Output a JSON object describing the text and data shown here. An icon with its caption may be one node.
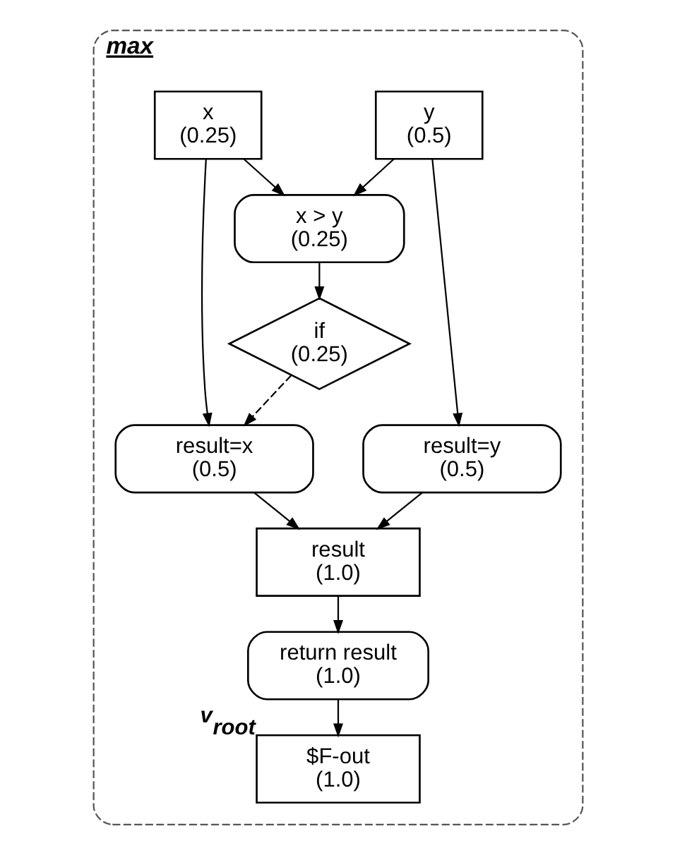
{
  "diagram": {
    "nodes": [
      {
        "text": [
          "max"
        ]
      },
      {
        "text": [
          "x",
          "(0.25)"
        ],
        "in": 0
      },
      {
        "text": [
          "y",
          "(0.5)"
        ],
        "in": 0
      },
      {
        "text": [
          "x > y",
          "(0.25)"
        ],
        "in": 0
      },
      {
        "text": [
          "if",
          "(0.25)"
        ],
        "in": 0
      },
      {
        "text": [
          "result=x",
          "(0.5)"
        ],
        "in": 0
      },
      {
        "text": [
          "result=y",
          "(0.5)"
        ],
        "in": 0
      },
      {
        "text": [
          "result",
          "(1.0)"
        ],
        "in": 0
      },
      {
        "text": [
          "return result",
          "(1.0)"
        ],
        "in": 0
      },
      {
        "text": [
          "$F-out",
          "(1.0)"
        ],
        "in": 0,
        "beside": [
          "v$_{root}$"
        ]
      }
    ],
    "edges": [
      {
        "from": 1,
        "to": 3,
        "arrow": "to"
      },
      {
        "from": 2,
        "to": 3,
        "arrow": "to"
      },
      {
        "from": 1,
        "to": 5,
        "arrow": "to"
      },
      {
        "from": 3,
        "to": 4,
        "arrow": "to"
      },
      {
        "from": 2,
        "to": 6,
        "arrow": "to"
      },
      {
        "from": 4,
        "to": 5,
        "arrow": "to",
        "style": "dashed"
      },
      {
        "from": 5,
        "to": 7,
        "arrow": "to"
      },
      {
        "from": 6,
        "to": 7,
        "arrow": "to"
      },
      {
        "from": 7,
        "to": 8,
        "arrow": "to"
      },
      {
        "from": 8,
        "to": 9,
        "arrow": "to"
      }
    ]
  }
}
